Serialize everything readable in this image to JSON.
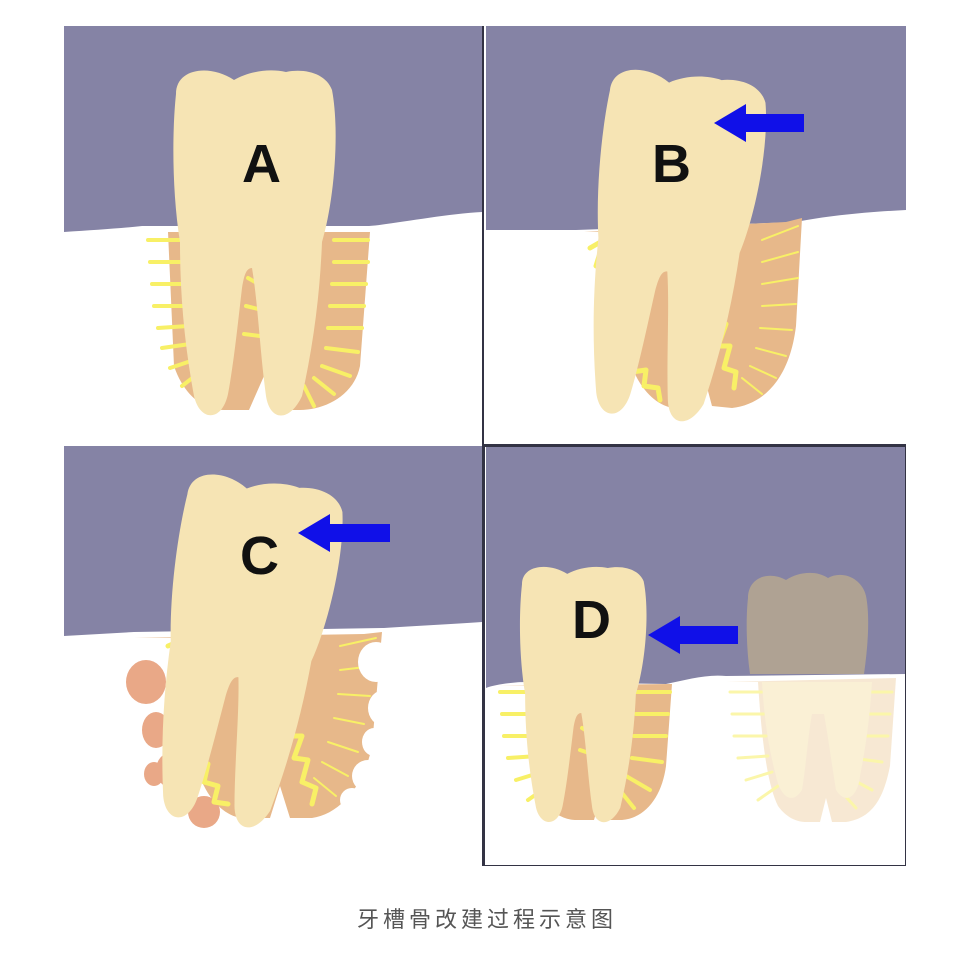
{
  "figure": {
    "caption": "牙槽骨改建过程示意图",
    "panels": [
      {
        "id": "A",
        "label": "A",
        "arrow": false
      },
      {
        "id": "B",
        "label": "B",
        "arrow": true
      },
      {
        "id": "C",
        "label": "C",
        "arrow": true
      },
      {
        "id": "D",
        "label": "D",
        "arrow": true
      }
    ]
  },
  "colors": {
    "gum": "#8583a5",
    "bone": "#ffffff",
    "tooth": "#f6e4b4",
    "socket": "#e7b88a",
    "fiber": "#f8f066",
    "arrow": "#1010e8",
    "resorption": "#e9a887",
    "ghost_crown": "#b3a591"
  }
}
